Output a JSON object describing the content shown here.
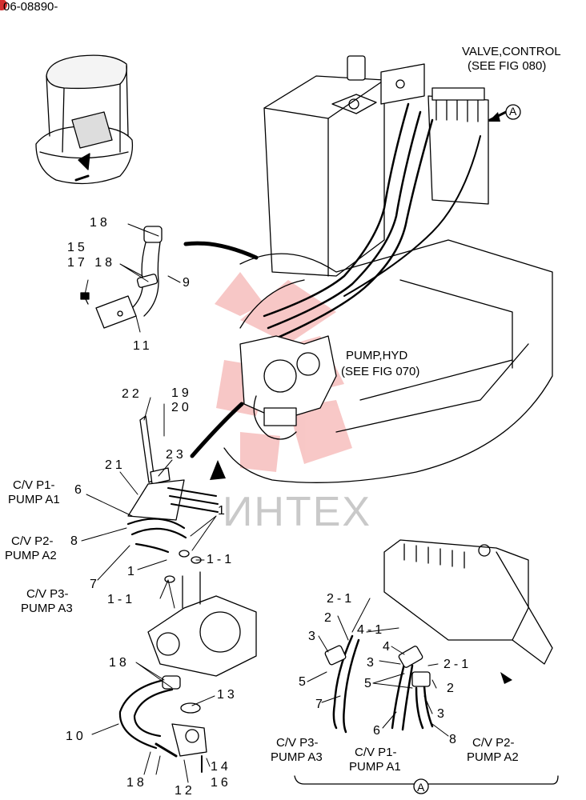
{
  "header": {
    "part_number": "06-08890-"
  },
  "callouts": {
    "valve_control_1": "VALVE,CONTROL",
    "valve_control_2": "(SEE FIG 080)",
    "pump_hyd_1": "PUMP,HYD",
    "pump_hyd_2": "(SEE FIG 070)",
    "view_a_marker": "A",
    "view_a_bottom": "A"
  },
  "left_labels": {
    "cv_p1_1": "C/V P1-",
    "cv_p1_2": "PUMP A1",
    "cv_p2_1": "C/V P2-",
    "cv_p2_2": "PUMP A2",
    "cv_p3_1": "C/V P3-",
    "cv_p3_2": "PUMP A3"
  },
  "detail_labels": {
    "cv_p3_1": "C/V P3-",
    "cv_p3_2": "PUMP A3",
    "cv_p1_1": "C/V P1-",
    "cv_p1_2": "PUMP A1",
    "cv_p2_1": "C/V P2-",
    "cv_p2_2": "PUMP A2"
  },
  "item_numbers": {
    "n18a": "18",
    "n15": "15",
    "n1718": "17 18",
    "n9": "9",
    "n11": "11",
    "n22": "22",
    "n19": "19",
    "n20": "20",
    "n23": "23",
    "n21": "21",
    "n6": "6",
    "n8": "8",
    "n1a": "1",
    "n1b": "1-1",
    "n7": "7",
    "n1c": "1",
    "n1d": "1-1",
    "n18b": "18",
    "n13": "13",
    "n10": "10",
    "n14": "14",
    "n16": "16",
    "n18c": "18",
    "n12": "12",
    "d2_1": "2-1",
    "d2": "2",
    "d4_1": "4-1",
    "d3a": "3",
    "d4": "4",
    "d3b": "3",
    "d2_1b": "2-1",
    "d5a": "5",
    "d5b": "5",
    "d2b": "2",
    "d3c": "3",
    "d7": "7",
    "d6": "6",
    "d8": "8"
  },
  "watermark": "ИНТЕХ"
}
